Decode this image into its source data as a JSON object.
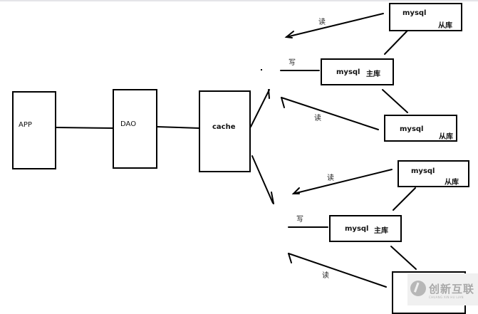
{
  "nodes": {
    "app": {
      "label": "APP"
    },
    "dao": {
      "label": "DAO"
    },
    "cache": {
      "label": "cache"
    },
    "master_top": {
      "label": "mysql",
      "role": "主库"
    },
    "slave_top_1": {
      "label": "mysql",
      "role": "从库"
    },
    "slave_top_2": {
      "label": "mysql",
      "role": "从库"
    },
    "master_bottom": {
      "label": "mysql",
      "role": "主库"
    },
    "slave_bottom_1": {
      "label": "mysql",
      "role": "从库"
    }
  },
  "edges": {
    "read": "读",
    "write": "写"
  },
  "watermark": {
    "text": "创新互联",
    "subtext": "CHUANG XIN HU LIAN"
  },
  "colors": {
    "line": "#000000",
    "background": "#ffffff"
  }
}
